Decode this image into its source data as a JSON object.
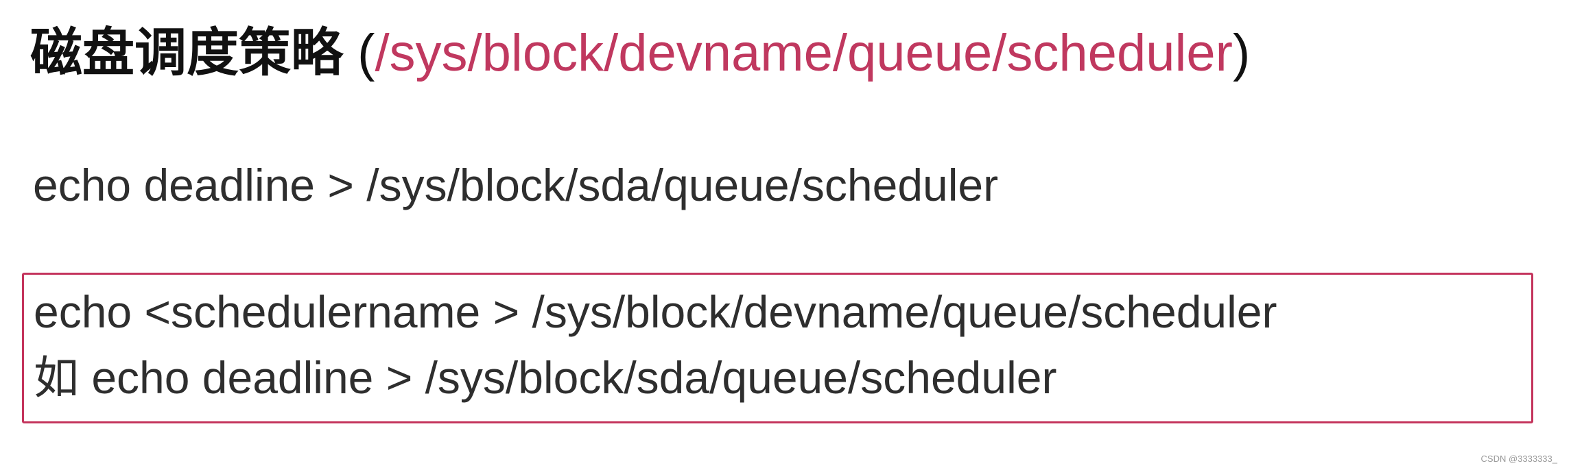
{
  "heading": {
    "title": "磁盘调度策略",
    "open_paren": "(",
    "path": "/sys/block/devname/queue/scheduler",
    "close_paren": ")",
    "path_color": "#c0385f"
  },
  "example_command": "echo deadline > /sys/block/sda/queue/scheduler",
  "box": {
    "border_color": "#c4345c",
    "line1": "echo <schedulername > /sys/block/devname/queue/scheduler",
    "line2": "如 echo deadline > /sys/block/sda/queue/scheduler"
  },
  "watermark": "CSDN @3333333_"
}
